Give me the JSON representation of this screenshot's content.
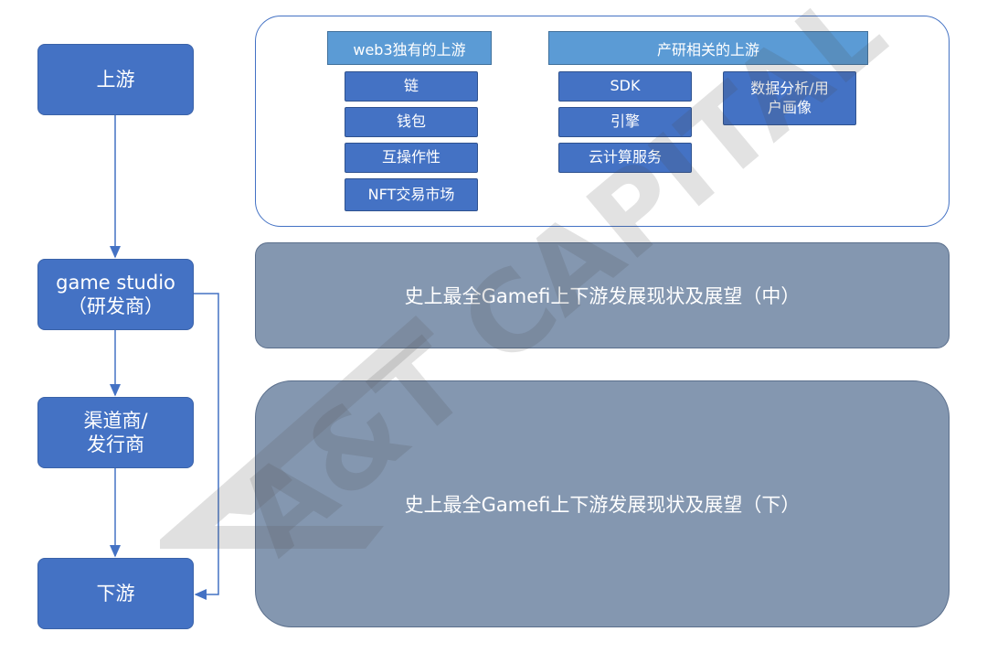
{
  "flow": {
    "upstream": "上游",
    "studio": "game studio\n（研发商）",
    "channel": "渠道商/\n发行商",
    "downstream": "下游"
  },
  "upstream_panel": {
    "web3_header": "web3独有的上游",
    "web3_items": [
      "链",
      "钱包",
      "互操作性",
      "NFT交易市场"
    ],
    "rd_header": "产研相关的上游",
    "rd_items": [
      "SDK",
      "引擎",
      "云计算服务"
    ],
    "data_item": "数据分析/用\n户画像"
  },
  "mid_panel": {
    "text": "史上最全Gamefi上下游发展现状及展望（中）"
  },
  "low_panel": {
    "text": "史上最全Gamefi上下游发展现状及展望（下）"
  },
  "watermark": {
    "brand": "A&T CAPITAL"
  },
  "colors": {
    "box_blue": "#4472c4",
    "header_blue": "#5b9bd5",
    "panel_gray": "#8497b0",
    "line_blue": "#4472c4"
  }
}
